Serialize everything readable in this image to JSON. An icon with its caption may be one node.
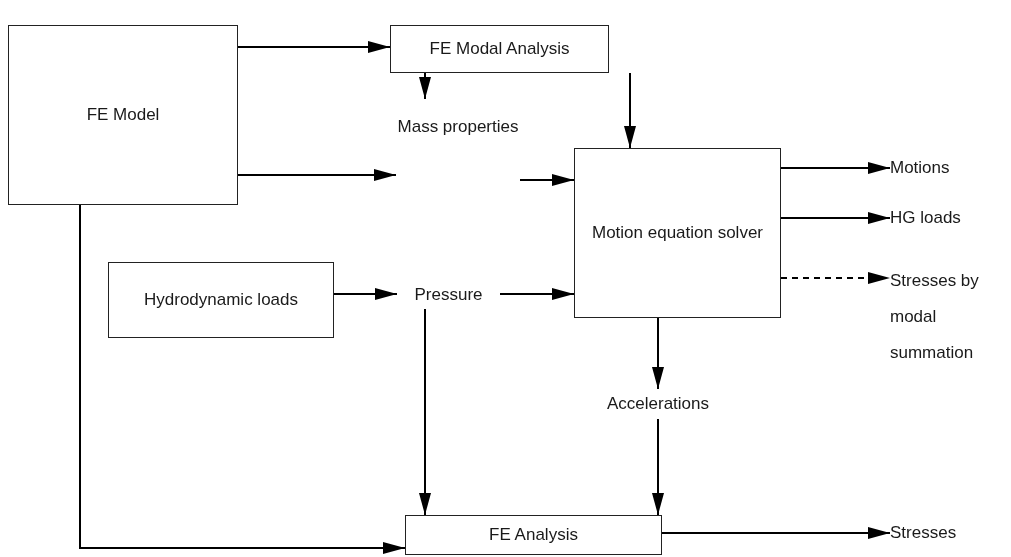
{
  "diagram": {
    "nodes": [
      {
        "text": [
          "FE Model"
        ]
      },
      {
        "text": [
          "FE Modal Analysis"
        ]
      },
      {
        "text": [
          "Mass properties"
        ]
      },
      {
        "text": [
          "Motion equation solver"
        ]
      },
      {
        "text": [
          "Hydrodynamic loads"
        ]
      },
      {
        "text": [
          "Pressure"
        ]
      },
      {
        "text": [
          "Motions"
        ]
      },
      {
        "text": [
          "HG loads"
        ]
      },
      {
        "text": [
          "Stresses by modal summation"
        ]
      },
      {
        "text": [
          "Accelerations"
        ]
      },
      {
        "text": [
          "FE Analysis"
        ]
      },
      {
        "text": [
          "Stresses"
        ]
      }
    ],
    "edges": [
      {
        "from": 0,
        "to": 1,
        "arrow": "to"
      },
      {
        "from": 1,
        "to": 2,
        "arrow": "to"
      },
      {
        "from": 1,
        "to": 3,
        "arrow": "to"
      },
      {
        "from": 0,
        "to": 2,
        "arrow": "to"
      },
      {
        "from": 2,
        "to": 3,
        "arrow": "to"
      },
      {
        "from": 4,
        "to": 5,
        "arrow": "to"
      },
      {
        "from": 5,
        "to": 3,
        "arrow": "to"
      },
      {
        "from": 3,
        "to": 6,
        "arrow": "to"
      },
      {
        "from": 3,
        "to": 7,
        "arrow": "to"
      },
      {
        "from": 3,
        "to": 8,
        "arrow": "to",
        "style": "dashed"
      },
      {
        "from": 3,
        "to": 9,
        "arrow": "to"
      },
      {
        "from": 9,
        "to": 10,
        "arrow": "to"
      },
      {
        "from": 5,
        "to": 10,
        "arrow": "to"
      },
      {
        "from": 0,
        "to": 10,
        "arrow": "to"
      },
      {
        "from": 10,
        "to": 11,
        "arrow": "to"
      }
    ]
  }
}
